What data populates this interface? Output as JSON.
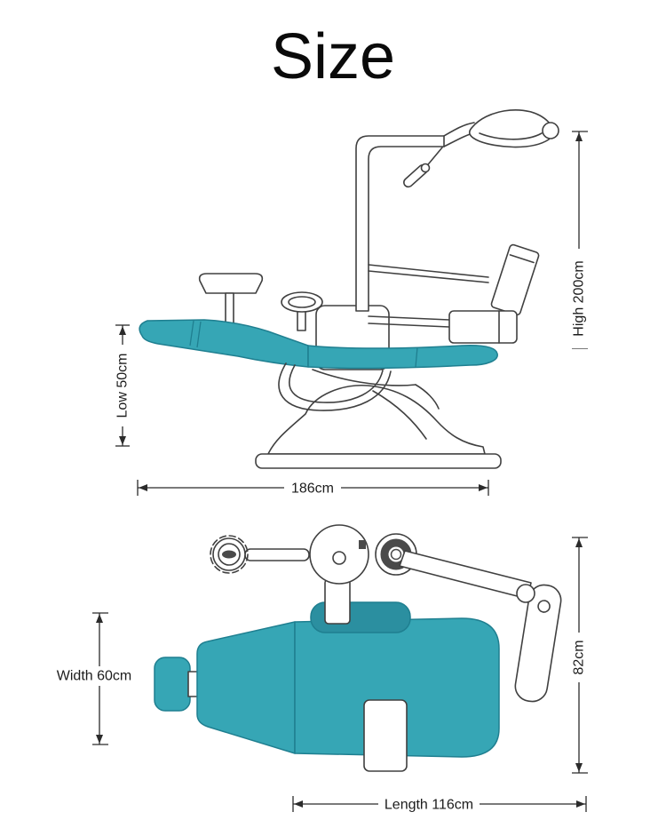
{
  "title": "Size",
  "colors": {
    "cushion": "#36a6b5",
    "cushion_dark": "#2b8fa0",
    "cushion_edge": "#1f7f90",
    "outline": "#404040",
    "dimension": "#2b2b2b"
  },
  "side_view": {
    "high": "High 200cm",
    "low": "Low 50cm",
    "span": "186cm"
  },
  "top_view": {
    "depth": "82cm",
    "width": "Width 60cm",
    "length": "Length 116cm"
  }
}
